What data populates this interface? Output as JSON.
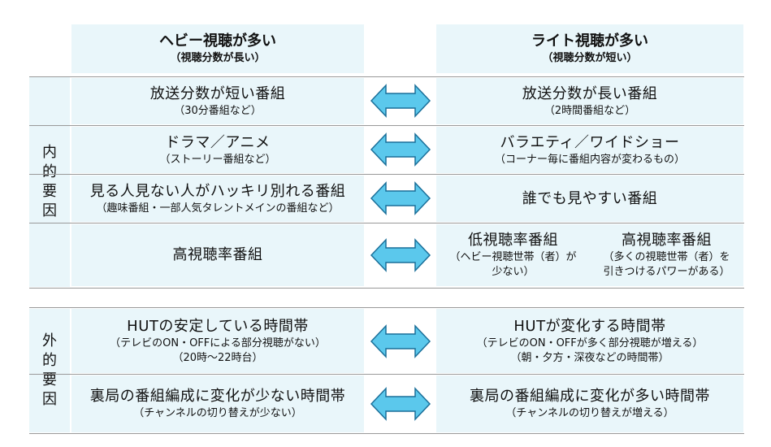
{
  "header": {
    "left": {
      "title": "ヘビー視聴が多い",
      "subtitle": "（視聴分数が長い）"
    },
    "right": {
      "title": "ライト視聴が多い",
      "subtitle": "（視聴分数が短い）"
    }
  },
  "internal_label": [
    "内",
    "的",
    "要",
    "因"
  ],
  "external_label": [
    "外",
    "的",
    "要",
    "因"
  ],
  "internal_rows": [
    {
      "left_main": "放送分数が短い番組",
      "left_sub": "（30分番組など）",
      "right_main": "放送分数が長い番組",
      "right_sub": "（2時間番組など）"
    },
    {
      "left_main": "ドラマ／アニメ",
      "left_sub": "（ストーリー番組など）",
      "right_main": "バラエティ／ワイドショー",
      "right_sub": "（コーナー毎に番組内容が変わるもの）"
    },
    {
      "left_main": "見る人見ない人がハッキリ別れる番組",
      "left_sub": "（趣味番組・一部人気タレントメインの番組など）",
      "right_main": "誰でも見やすい番組"
    },
    {
      "left_main": "高視聴率番組",
      "right_a_main": "低視聴率番組",
      "right_a_sub1": "（ヘビー視聴世帯（者）が",
      "right_a_sub2": "少ない）",
      "right_b_main": "高視聴率番組",
      "right_b_sub1": "（多くの視聴世帯（者）を",
      "right_b_sub2": "引きつけるパワーがある）"
    }
  ],
  "external_rows": [
    {
      "left_main": "HUTの安定している時間帯",
      "left_sub1": "（テレビのON・OFFによる部分視聴がない）",
      "left_sub2": "（20時～22時台）",
      "right_main": "HUTが変化する時間帯",
      "right_sub1": "（テレビのON・OFFが多く部分視聴が増える）",
      "right_sub2": "（朝・夕方・深夜などの時間帯）"
    },
    {
      "left_main": "裏局の番組編成に変化が少ない時間帯",
      "left_sub": "（チャンネルの切り替えが少ない）",
      "right_main": "裏局の番組編成に変化が多い時間帯",
      "right_sub": "（チャンネルの切り替えが増える）"
    }
  ],
  "colors": {
    "box": "#e9f6fa",
    "arrow_fill": "#5bc8ec",
    "arrow_stroke": "#1a6f99"
  }
}
